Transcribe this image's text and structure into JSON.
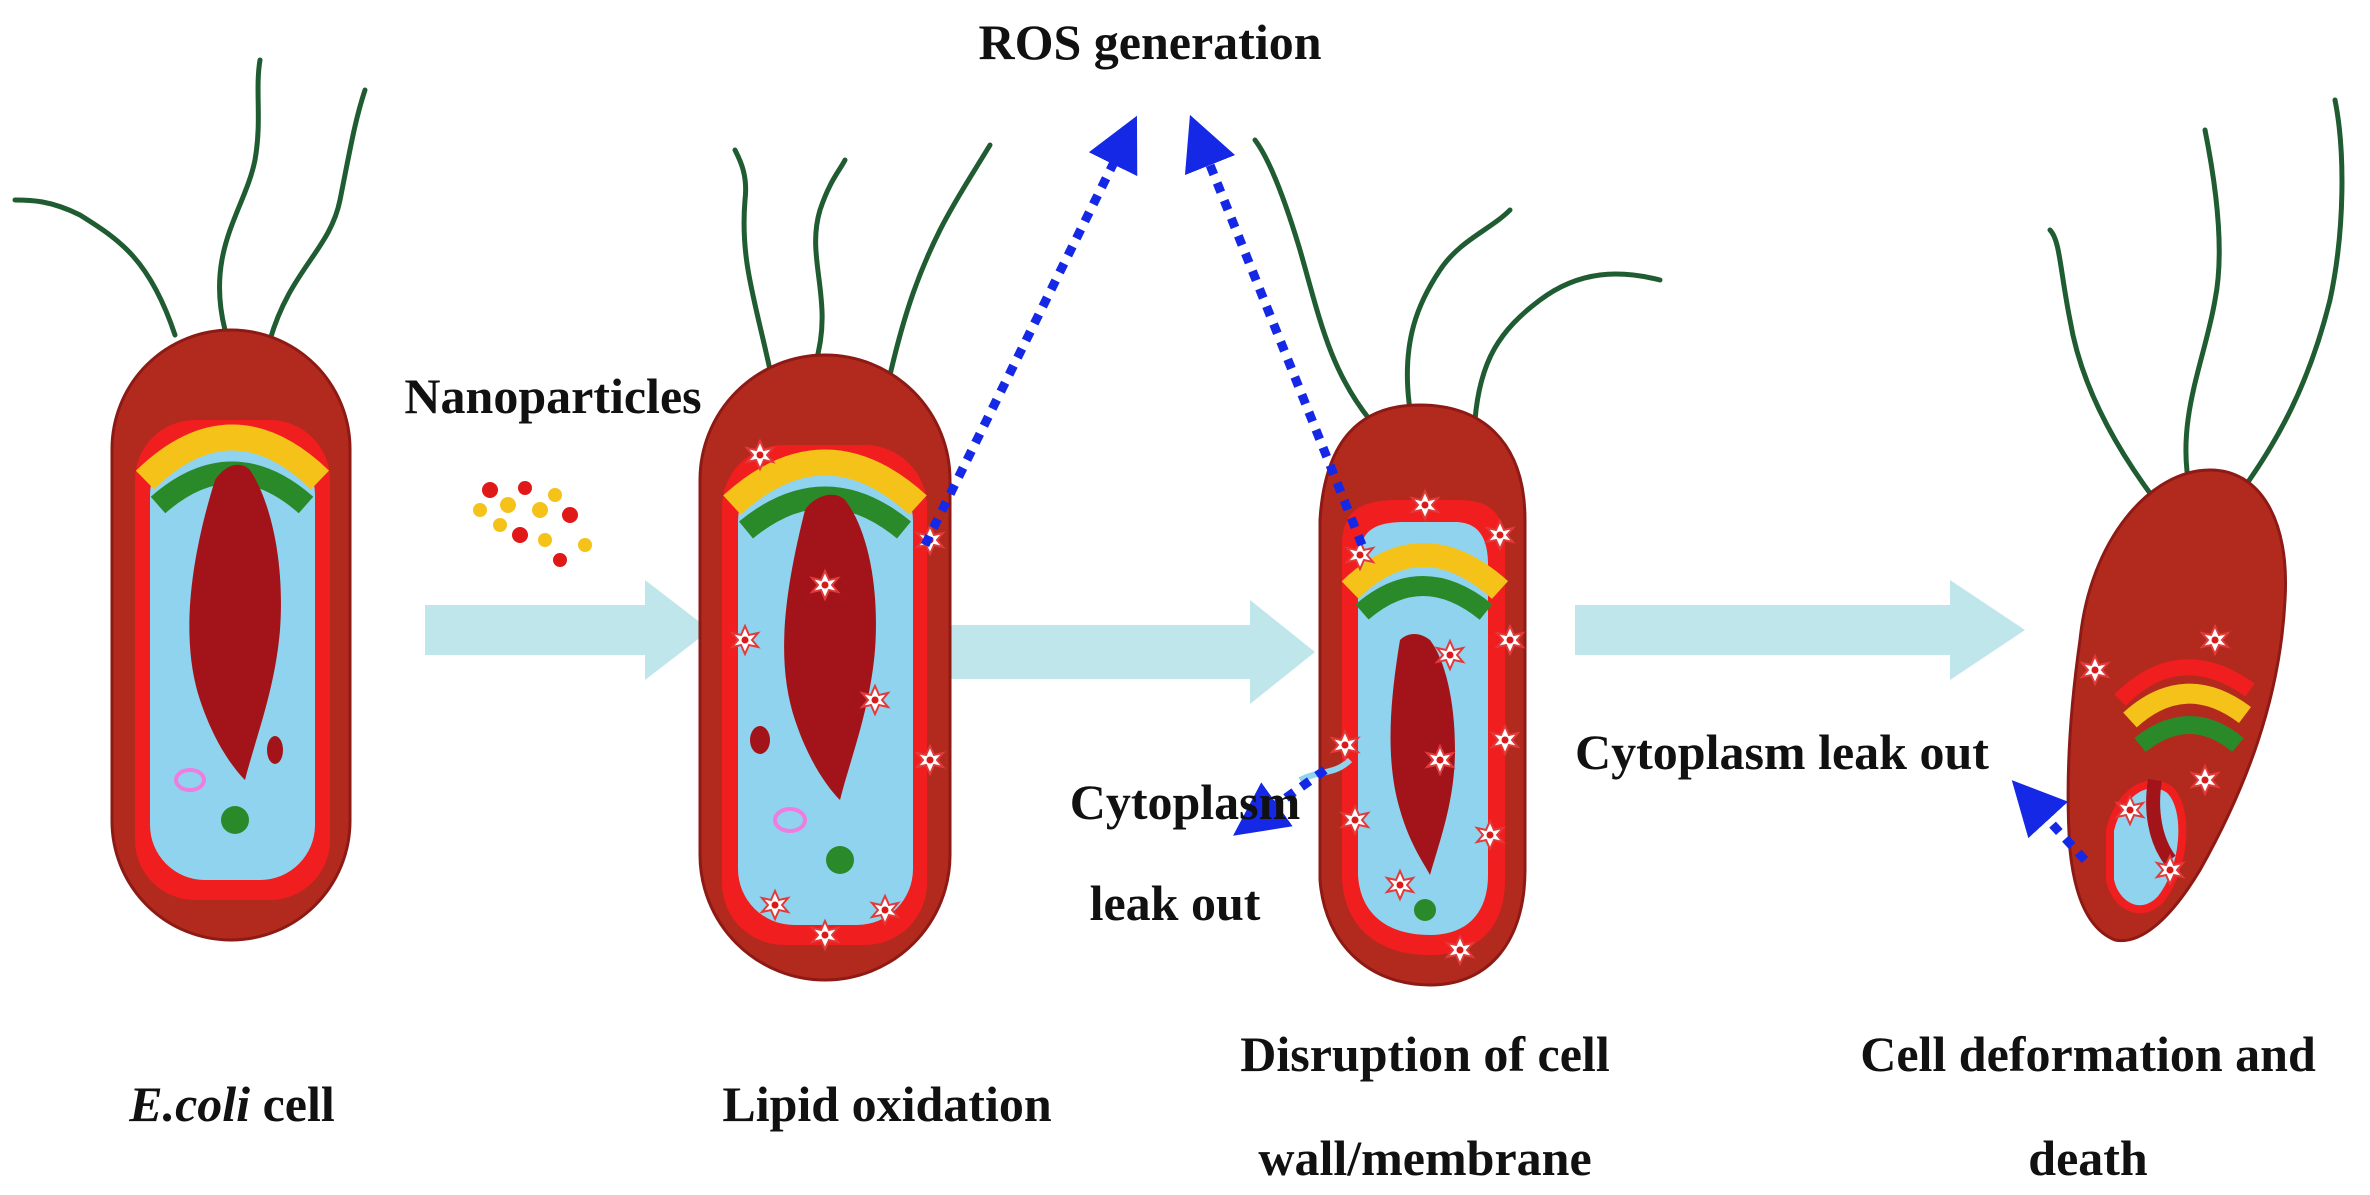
{
  "labels": {
    "ros": "ROS generation",
    "nanoparticles": "Nanoparticles",
    "cytoplasm_mid_1": "Cytoplasm",
    "cytoplasm_mid_2": "leak out",
    "cytoplasm_right": "Cytoplasm leak out",
    "ecoli_italic": "E.coli",
    "ecoli_rest": " cell",
    "lipid": "Lipid oxidation",
    "disruption_1": "Disruption of cell",
    "disruption_2": "wall/membrane",
    "deformation_1": "Cell deformation and",
    "deformation_2": "death"
  },
  "colors": {
    "cell_wall": "#b22a1e",
    "cell_outline": "#8d1a14",
    "membrane": "#f01e1e",
    "cytoplasm": "#8fd3ee",
    "dna": "#a3141a",
    "flagella": "#1f5c32",
    "yellow_layer": "#f5c21a",
    "green_layer": "#2a8a2a",
    "process_arrow": "#bfe6ea",
    "ros_arrow": "#1428e6",
    "nanoparticle_red": "#e01818",
    "nanoparticle_yellow": "#f5c21a"
  }
}
